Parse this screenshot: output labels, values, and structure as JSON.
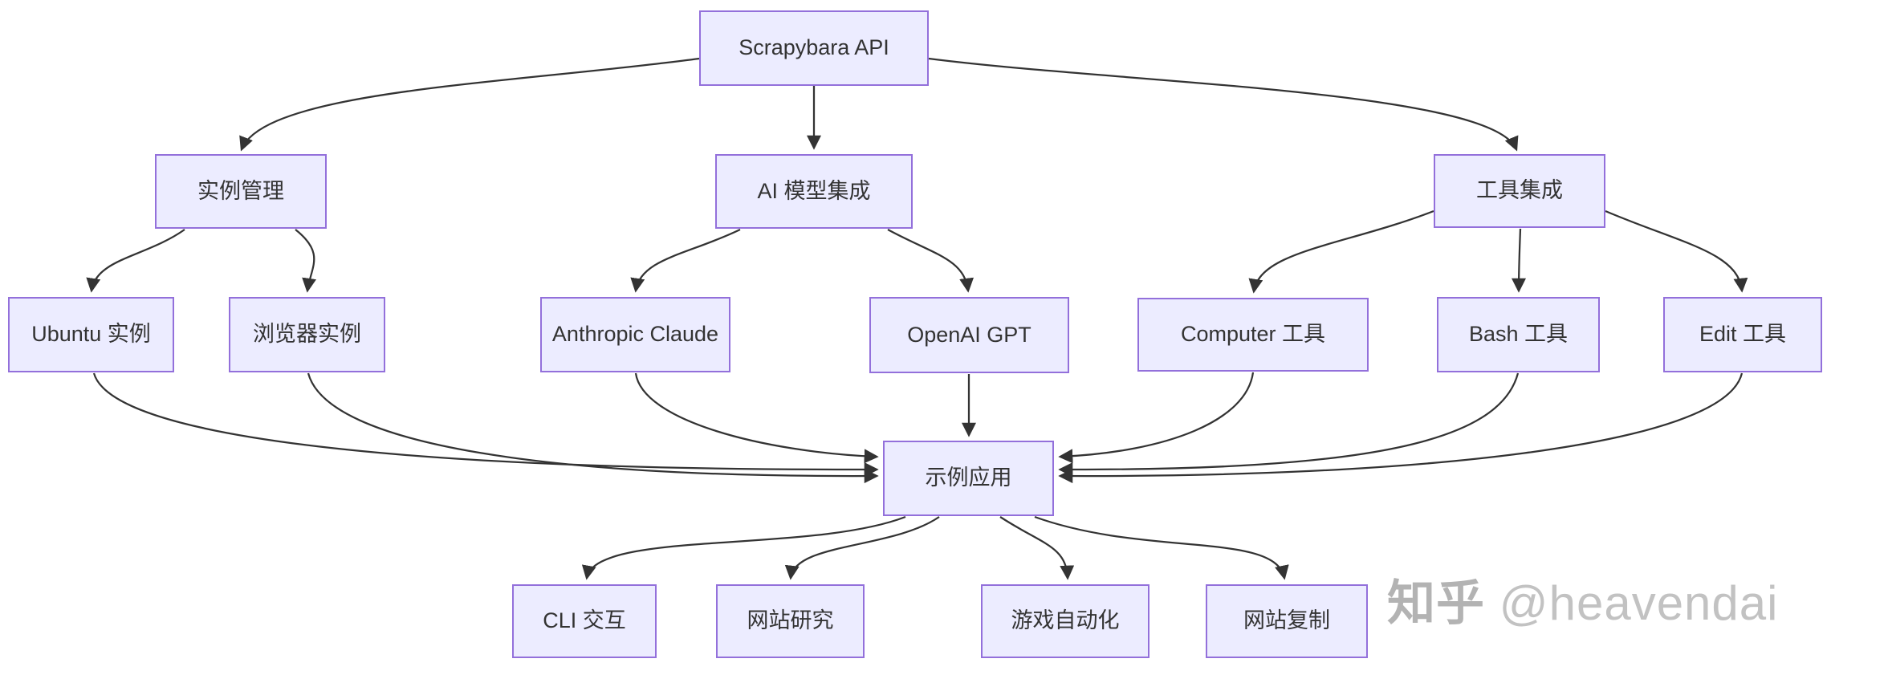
{
  "diagram": {
    "kind": "flowchart",
    "orientation": "top-down"
  },
  "nodes": {
    "api": {
      "label": "Scrapybara API"
    },
    "instance_mgmt": {
      "label": "实例管理"
    },
    "ai_models": {
      "label": "AI 模型集成"
    },
    "tools": {
      "label": "工具集成"
    },
    "ubuntu": {
      "label": "Ubuntu 实例"
    },
    "browser": {
      "label": "浏览器实例"
    },
    "claude": {
      "label": "Anthropic Claude"
    },
    "openai": {
      "label": "OpenAI GPT"
    },
    "computer_tool": {
      "label": "Computer 工具"
    },
    "bash_tool": {
      "label": "Bash 工具"
    },
    "edit_tool": {
      "label": "Edit 工具"
    },
    "examples": {
      "label": "示例应用"
    },
    "cli": {
      "label": "CLI 交互"
    },
    "web_research": {
      "label": "网站研究"
    },
    "game_auto": {
      "label": "游戏自动化"
    },
    "web_clone": {
      "label": "网站复制"
    }
  },
  "edges": [
    {
      "from": "Scrapybara API",
      "to": "实例管理"
    },
    {
      "from": "Scrapybara API",
      "to": "AI 模型集成"
    },
    {
      "from": "Scrapybara API",
      "to": "工具集成"
    },
    {
      "from": "实例管理",
      "to": "Ubuntu 实例"
    },
    {
      "from": "实例管理",
      "to": "浏览器实例"
    },
    {
      "from": "AI 模型集成",
      "to": "Anthropic Claude"
    },
    {
      "from": "AI 模型集成",
      "to": "OpenAI GPT"
    },
    {
      "from": "工具集成",
      "to": "Computer 工具"
    },
    {
      "from": "工具集成",
      "to": "Bash 工具"
    },
    {
      "from": "工具集成",
      "to": "Edit 工具"
    },
    {
      "from": "Ubuntu 实例",
      "to": "示例应用"
    },
    {
      "from": "浏览器实例",
      "to": "示例应用"
    },
    {
      "from": "Anthropic Claude",
      "to": "示例应用"
    },
    {
      "from": "OpenAI GPT",
      "to": "示例应用"
    },
    {
      "from": "Computer 工具",
      "to": "示例应用"
    },
    {
      "from": "Bash 工具",
      "to": "示例应用"
    },
    {
      "from": "Edit 工具",
      "to": "示例应用"
    },
    {
      "from": "示例应用",
      "to": "CLI 交互"
    },
    {
      "from": "示例应用",
      "to": "网站研究"
    },
    {
      "from": "示例应用",
      "to": "游戏自动化"
    },
    {
      "from": "示例应用",
      "to": "网站复制"
    }
  ],
  "watermark": {
    "brand": "知乎",
    "handle": "@heavendai"
  },
  "colors": {
    "node_fill": "#ECECFF",
    "node_border": "#9370DB",
    "edge_line": "#333333",
    "node_text": "#333333",
    "background": "#FFFFFF",
    "watermark": "#BBBBBB"
  }
}
